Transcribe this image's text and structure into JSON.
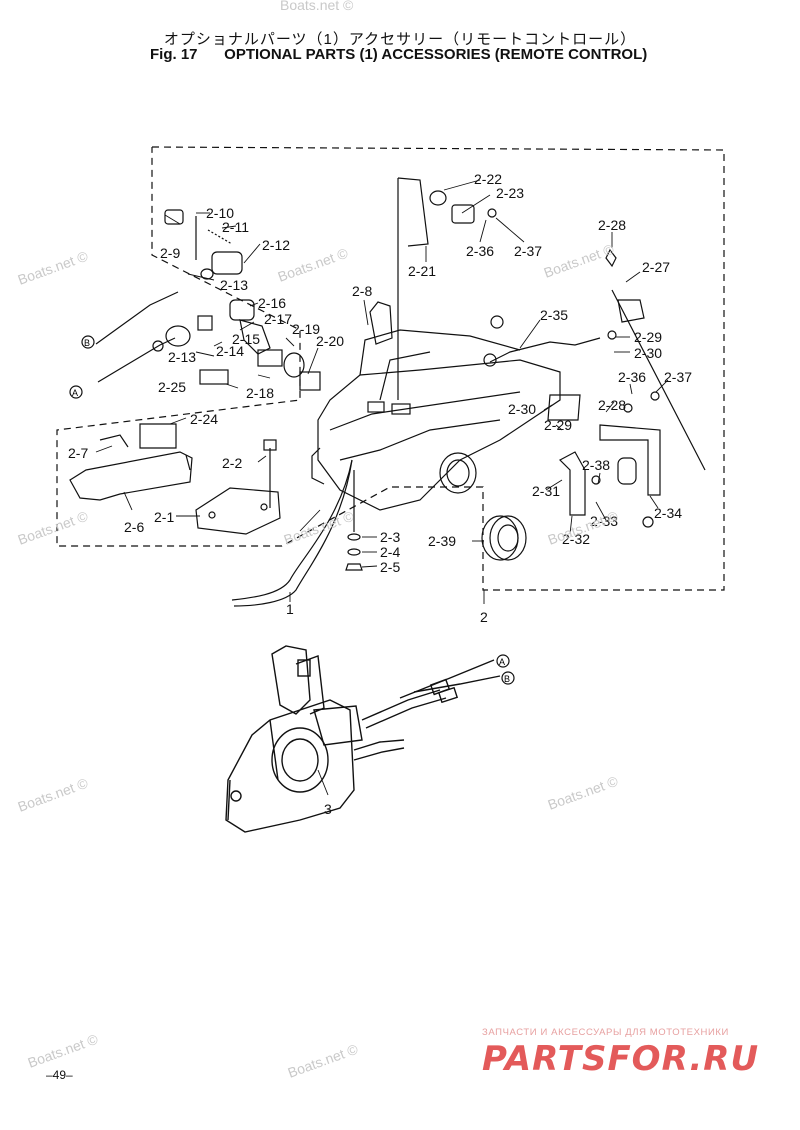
{
  "title_jp": "オプショナルパーツ（1）アクセサリー（リモートコントロール）",
  "fig_label": "Fig. 17",
  "title_en": "OPTIONAL PARTS (1) ACCESSORIES (REMOTE CONTROL)",
  "part_labels": {
    "p2_1": "2-1",
    "p2_2": "2-2",
    "p2_3": "2-3",
    "p2_4": "2-4",
    "p2_5": "2-5",
    "p2_6": "2-6",
    "p2_7": "2-7",
    "p2_8": "2-8",
    "p2_9": "2-9",
    "p2_10": "2-10",
    "p2_11": "2-11",
    "p2_12": "2-12",
    "p2_13a": "2-13",
    "p2_13b": "2-13",
    "p2_14": "2-14",
    "p2_15": "2-15",
    "p2_16": "2-16",
    "p2_17": "2-17",
    "p2_18": "2-18",
    "p2_19": "2-19",
    "p2_20": "2-20",
    "p2_21": "2-21",
    "p2_22": "2-22",
    "p2_23": "2-23",
    "p2_24": "2-24",
    "p2_25": "2-25",
    "p2_27": "2-27",
    "p2_28a": "2-28",
    "p2_28b": "2-28",
    "p2_29a": "2-29",
    "p2_29b": "2-29",
    "p2_30a": "2-30",
    "p2_30b": "2-30",
    "p2_31": "2-31",
    "p2_32": "2-32",
    "p2_33": "2-33",
    "p2_34": "2-34",
    "p2_35": "2-35",
    "p2_36a": "2-36",
    "p2_36b": "2-36",
    "p2_37a": "2-37",
    "p2_37b": "2-37",
    "p2_38": "2-38",
    "p2_39": "2-39",
    "p1": "1",
    "p2": "2",
    "p3": "3",
    "ref_a1": "A",
    "ref_b1": "B",
    "ref_a2": "A",
    "ref_b2": "B"
  },
  "watermark": "Boats.net ©",
  "brand_tagline": "ЗАПЧАСТИ И АКСЕССУАРЫ ДЛЯ МОТОТЕХНИКИ",
  "brand_name": "PARTSFOR.RU",
  "page_number": "–49–"
}
